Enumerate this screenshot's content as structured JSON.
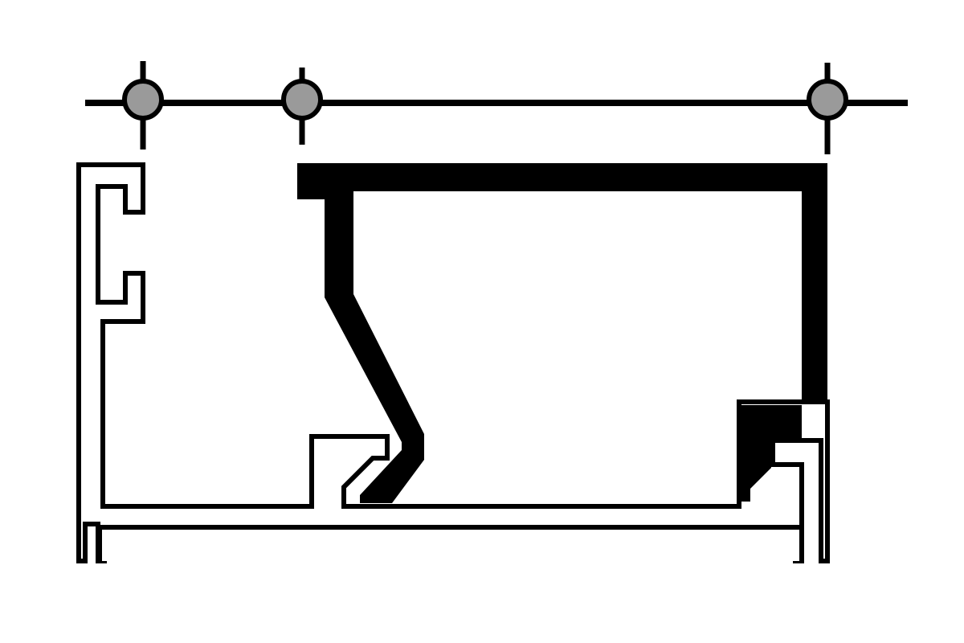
{
  "diagram": {
    "kind": "profile-cross-section",
    "node_fill": "#9a9a9a",
    "stroke_color": "#000000",
    "background": "#ffffff",
    "reference_line": {
      "node_count": 3
    },
    "profiles": [
      {
        "id": "fixed-frame-profile",
        "style": "hollow-outline"
      },
      {
        "id": "sash-profile",
        "style": "solid-filled"
      },
      {
        "id": "base-rail-profile",
        "style": "hollow-outline"
      }
    ]
  }
}
